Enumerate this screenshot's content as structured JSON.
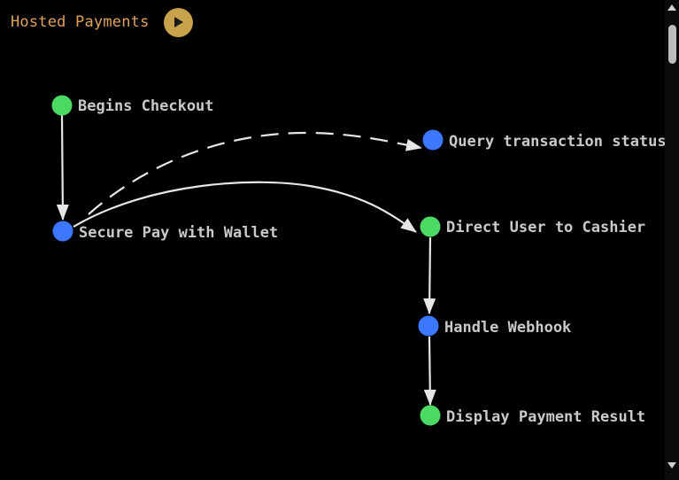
{
  "header": {
    "title": "Hosted Payments",
    "play_icon": "play-icon"
  },
  "colors": {
    "background": "#000000",
    "title": "#e0a25a",
    "play_button": "#c9a24c",
    "node_start": "#4cd964",
    "node_process": "#3c78ff",
    "edge": "#e6e6e6",
    "label": "#c9c9c9"
  },
  "nodes": [
    {
      "id": "begins-checkout",
      "label": "Begins Checkout",
      "kind": "green"
    },
    {
      "id": "secure-pay-wallet",
      "label": "Secure Pay with Wallet",
      "kind": "blue"
    },
    {
      "id": "query-transaction-status",
      "label": "Query transaction status",
      "kind": "blue"
    },
    {
      "id": "direct-user-to-cashier",
      "label": "Direct User to Cashier",
      "kind": "green"
    },
    {
      "id": "handle-webhook",
      "label": "Handle Webhook",
      "kind": "blue"
    },
    {
      "id": "display-payment-result",
      "label": "Display Payment Result",
      "kind": "green"
    }
  ],
  "edges": [
    {
      "from": "begins-checkout",
      "to": "secure-pay-wallet",
      "style": "solid"
    },
    {
      "from": "secure-pay-wallet",
      "to": "query-transaction-status",
      "style": "dashed"
    },
    {
      "from": "secure-pay-wallet",
      "to": "direct-user-to-cashier",
      "style": "solid"
    },
    {
      "from": "direct-user-to-cashier",
      "to": "handle-webhook",
      "style": "solid"
    },
    {
      "from": "handle-webhook",
      "to": "display-payment-result",
      "style": "solid"
    }
  ]
}
